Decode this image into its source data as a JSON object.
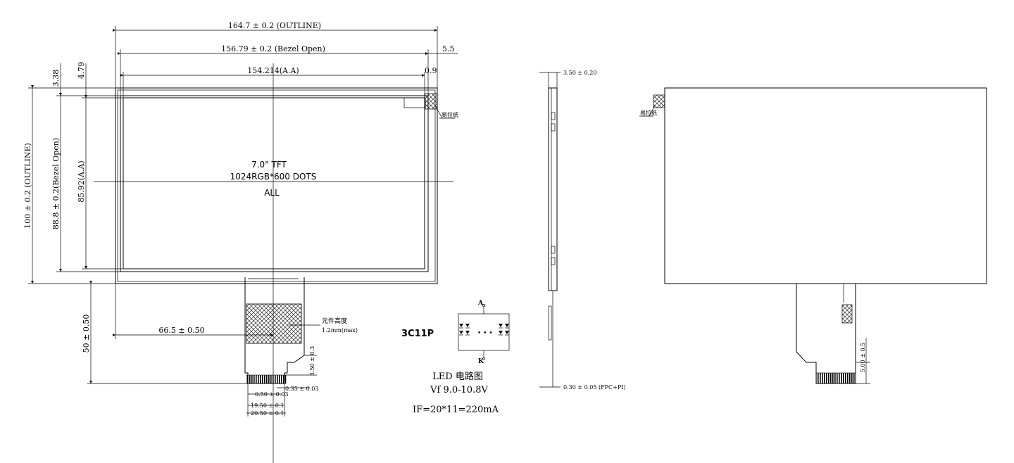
{
  "front": {
    "dim_outline_w": "164.7 ± 0.2 (OUTLINE)",
    "dim_bezel_w": "156.79 ± 0.2 (Bezel Open)",
    "dim_aa_w": "154.214(A.A)",
    "dim_5_5": "5.5",
    "dim_0_9": "0.9",
    "dim_3_38": "3.38",
    "dim_4_79": "4.79",
    "dim_outline_h": "100 ± 0.2 (OUTLINE)",
    "dim_bezel_h": "88.8 ± 0.2(Bezel Open)",
    "dim_aa_h": "85.92(A.A)",
    "panel_line1": "7.0\" TFT",
    "panel_line2": "1024RGB*600 DOTS",
    "panel_line3": "ALL",
    "tape_label": "易拉纸",
    "dim_66_5": "66.5 ± 0.50",
    "dim_50": "50 ± 0.50",
    "component_label1": "元件高度",
    "component_label2": "1.2mm(max)",
    "dim_3_50_03": "3.50 ± 0.3",
    "dim_0_35": "0.35 ± 0.03",
    "dim_0_50": "0.50 ± 0.03",
    "dim_19_50": "19.50 ± 0.1",
    "dim_20_50": "20.50 ± 0.1"
  },
  "led": {
    "model": "3C11P",
    "anode": "A",
    "cathode": "K",
    "dots": "• • •",
    "title": "LED 电路图",
    "vf": "Vf 9.0-10.8V",
    "if": "IF=20*11=220mA"
  },
  "side": {
    "dim_thickness": "3.50 ± 0.20",
    "dim_fpc": "0.30 ± 0.05 (FPC+PI)"
  },
  "back": {
    "tape_label": "易拉纸",
    "dim_5_00": "5.00 ± 0.5"
  }
}
